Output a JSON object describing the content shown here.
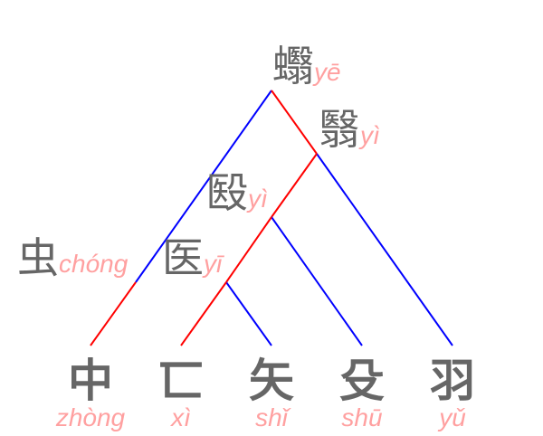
{
  "colors": {
    "left_branch": "#0000ff",
    "right_branch": "#ff0000",
    "hanzi": "#666666",
    "pinyin": "#ffa0a0"
  },
  "internal_nodes": [
    {
      "id": "root",
      "hanzi": "蠮",
      "pinyin": "yē"
    },
    {
      "id": "n1",
      "hanzi": "翳",
      "pinyin": "yì"
    },
    {
      "id": "n2",
      "hanzi": "殹",
      "pinyin": "yì"
    },
    {
      "id": "n3",
      "hanzi": "医",
      "pinyin": "yī"
    },
    {
      "id": "n4",
      "hanzi": "虫",
      "pinyin": "chóng"
    }
  ],
  "leaves": [
    {
      "hanzi": "中",
      "pinyin": "zhòng"
    },
    {
      "hanzi": "匸",
      "pinyin": "xì"
    },
    {
      "hanzi": "矢",
      "pinyin": "shǐ"
    },
    {
      "hanzi": "殳",
      "pinyin": "shū"
    },
    {
      "hanzi": "羽",
      "pinyin": "yǔ"
    }
  ]
}
